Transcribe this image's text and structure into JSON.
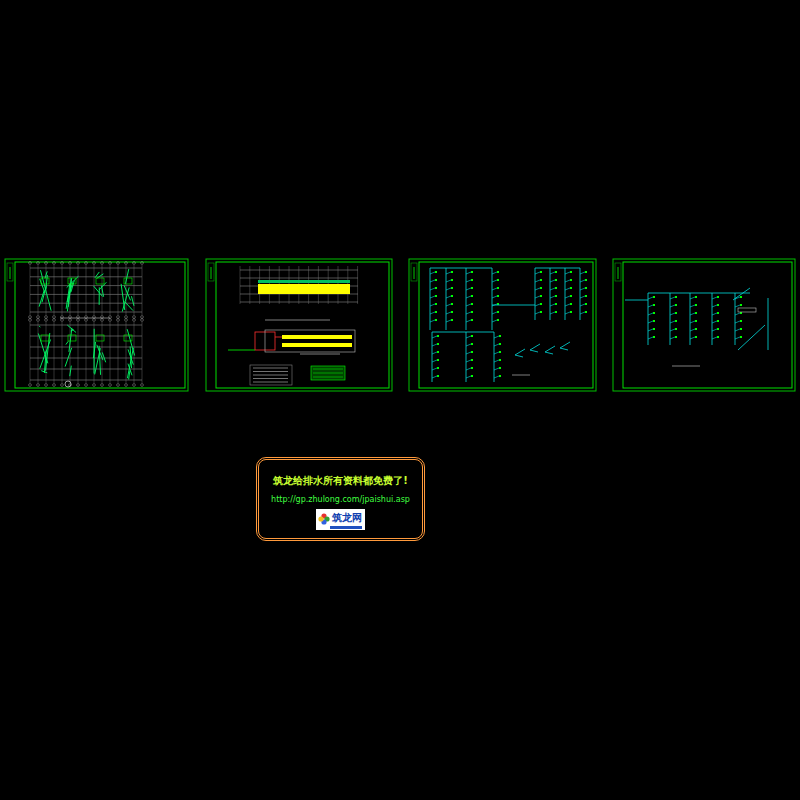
{
  "diagram": {
    "nodes": [
      {
        "text": [
          "筑龙给排水所有资料都免费了!",
          "http://gp.zhulong.com/jpaishui.asp"
        ]
      },
      {
        "text": [
          "筑龙网"
        ],
        "in": 0
      }
    ]
  }
}
